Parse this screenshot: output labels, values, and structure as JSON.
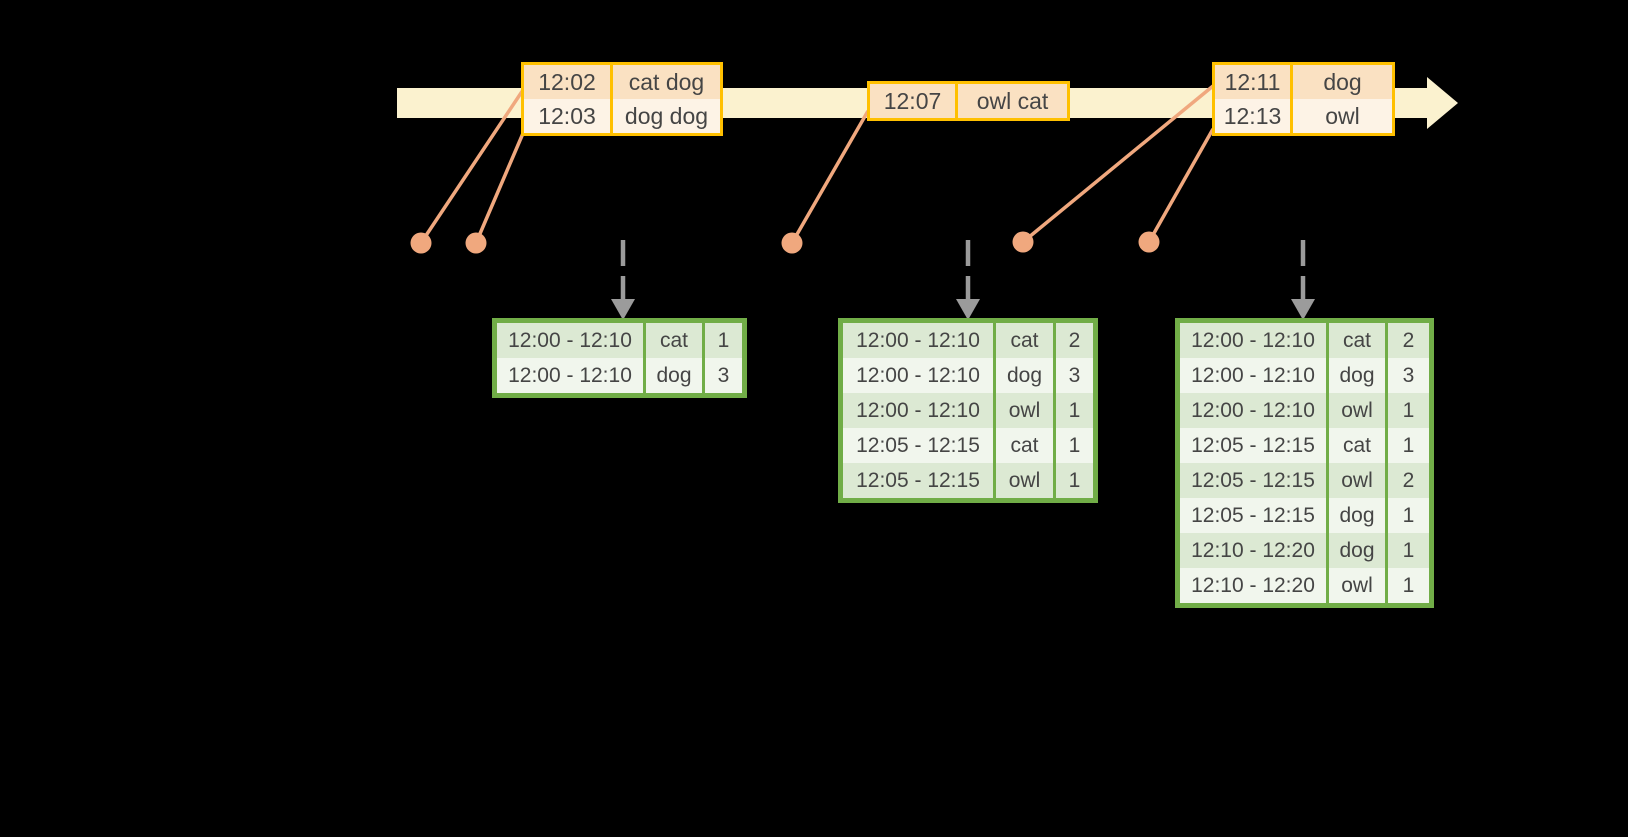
{
  "colors": {
    "background": "#000000",
    "timeline_band": "#FBF2CF",
    "event_border": "#FFC000",
    "event_row_dark": "#FAE1C2",
    "event_row_light": "#FDF3E6",
    "connector": "#F0A87E",
    "trigger_arrow": "#9B9B9B",
    "result_border": "#71AD47",
    "result_row_dark": "#DCE9D3",
    "result_row_light": "#F1F6ED",
    "text": "#454545"
  },
  "timeline": {
    "event_tables": [
      {
        "rows": [
          [
            "12:02",
            "cat dog"
          ],
          [
            "12:03",
            "dog dog"
          ]
        ]
      },
      {
        "rows": [
          [
            "12:07",
            "owl cat"
          ]
        ]
      },
      {
        "rows": [
          [
            "12:11",
            "dog"
          ],
          [
            "12:13",
            "owl"
          ]
        ]
      }
    ]
  },
  "result_tables": [
    {
      "rows": [
        [
          "12:00 - 12:10",
          "cat",
          "1"
        ],
        [
          "12:00 - 12:10",
          "dog",
          "3"
        ]
      ]
    },
    {
      "rows": [
        [
          "12:00 - 12:10",
          "cat",
          "2"
        ],
        [
          "12:00 - 12:10",
          "dog",
          "3"
        ],
        [
          "12:00 - 12:10",
          "owl",
          "1"
        ],
        [
          "12:05 - 12:15",
          "cat",
          "1"
        ],
        [
          "12:05 - 12:15",
          "owl",
          "1"
        ]
      ]
    },
    {
      "rows": [
        [
          "12:00 - 12:10",
          "cat",
          "2"
        ],
        [
          "12:00 - 12:10",
          "dog",
          "3"
        ],
        [
          "12:00 - 12:10",
          "owl",
          "1"
        ],
        [
          "12:05 - 12:15",
          "cat",
          "1"
        ],
        [
          "12:05 - 12:15",
          "owl",
          "2"
        ],
        [
          "12:05 - 12:15",
          "dog",
          "1"
        ],
        [
          "12:10 - 12:20",
          "dog",
          "1"
        ],
        [
          "12:10 - 12:20",
          "owl",
          "1"
        ]
      ]
    }
  ]
}
